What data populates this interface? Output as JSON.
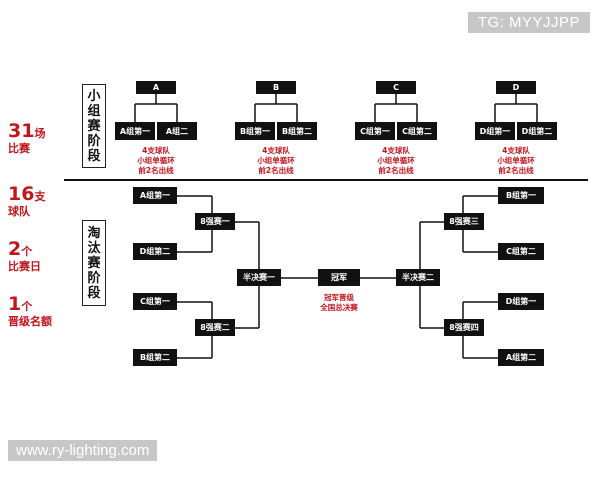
{
  "watermarks": {
    "tg": "TG: MYYJJPP",
    "url": "www.ry-lighting.com"
  },
  "stats": [
    {
      "number": "31",
      "unit": "场",
      "desc": "比赛"
    },
    {
      "number": "16",
      "unit": "支",
      "desc": "球队"
    },
    {
      "number": "2",
      "unit": "个",
      "desc": "比赛日"
    },
    {
      "number": "1",
      "unit": "个",
      "desc": "晋级名额"
    }
  ],
  "group_stage": {
    "title_lines": [
      "小",
      "组",
      "赛",
      "阶",
      "段"
    ],
    "groups": [
      {
        "name": "A",
        "first": "A组第一",
        "second": "A组二",
        "note": [
          "4支球队",
          "小组单循环",
          "前2名出线"
        ]
      },
      {
        "name": "B",
        "first": "B组第一",
        "second": "B组第二",
        "note": [
          "4支球队",
          "小组单循环",
          "前2名出线"
        ]
      },
      {
        "name": "C",
        "first": "C组第一",
        "second": "C组第二",
        "note": [
          "4支球队",
          "小组单循环",
          "前2名出线"
        ]
      },
      {
        "name": "D",
        "first": "D组第一",
        "second": "D组第二",
        "note": [
          "4支球队",
          "小组单循环",
          "前2名出线"
        ]
      }
    ]
  },
  "knockout_stage": {
    "title_lines": [
      "淘",
      "汰",
      "赛",
      "阶",
      "段"
    ],
    "left_teams": [
      "A组第一",
      "D组第二",
      "C组第一",
      "B组第二"
    ],
    "right_teams": [
      "B组第一",
      "C组第二",
      "D组第一",
      "A组第二"
    ],
    "quarterfinals": [
      "8强赛一",
      "8强赛二",
      "8强赛三",
      "8强赛四"
    ],
    "semifinals": [
      "半决赛一",
      "半决赛二"
    ],
    "final": "冠军",
    "final_note": [
      "冠军晋级",
      "全国总决赛"
    ]
  },
  "colors": {
    "box": "#111111",
    "accent": "#c0161c",
    "line": "#111111"
  }
}
